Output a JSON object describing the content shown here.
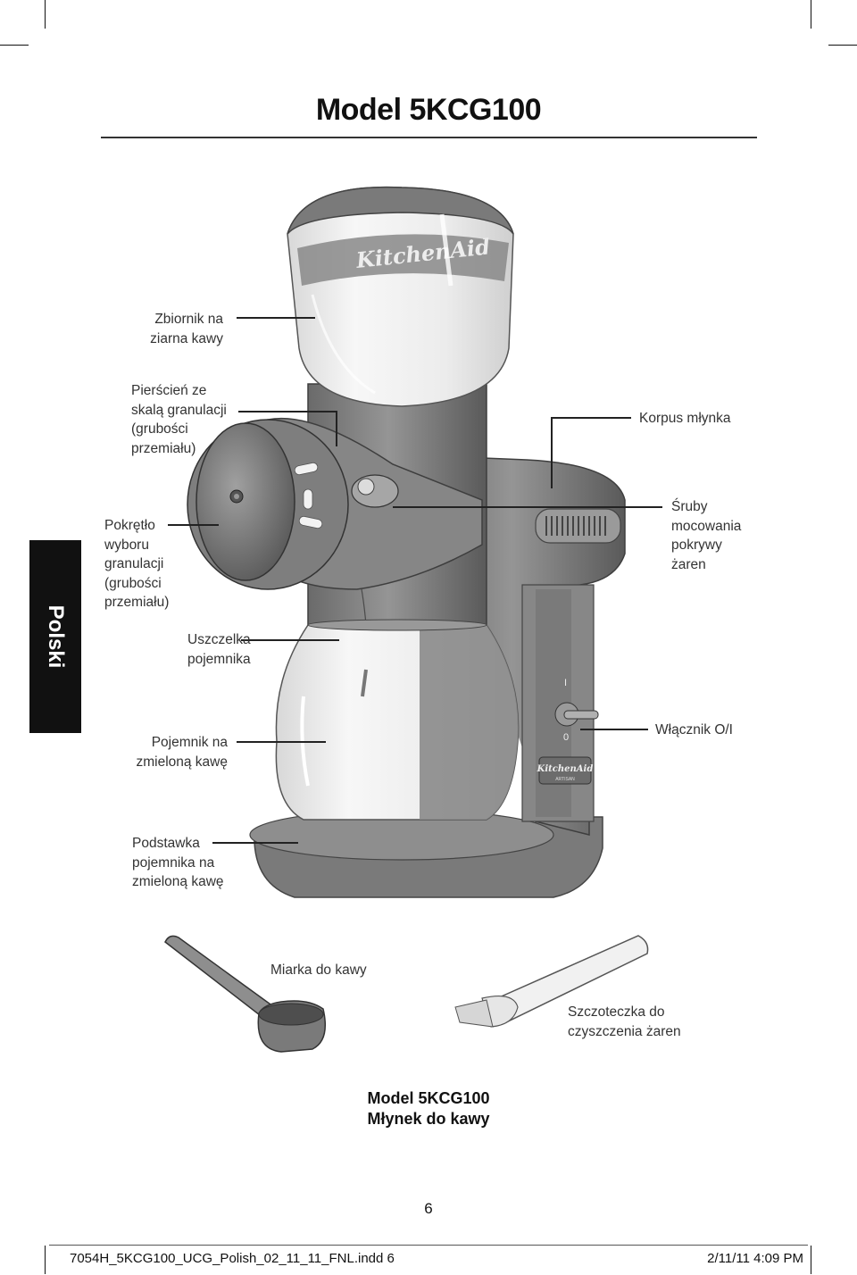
{
  "page": {
    "title": "Model 5KCG100",
    "side_tab": "Polski",
    "page_number": "6",
    "footer_title": [
      "Model 5KCG100",
      "Młynek do kawy"
    ]
  },
  "product": {
    "logo_text": "KitchenAid",
    "plate_text": "KitchenAid",
    "plate_subtext": "ARTISAN",
    "switch_on": "I",
    "switch_off": "0"
  },
  "labels": {
    "bean_hopper": [
      "Zbiornik na",
      "ziarna kawy"
    ],
    "grind_ring": [
      "Pierścień ze",
      "skalą granulacji",
      "(grubości",
      "przemiału)"
    ],
    "grind_knob": [
      "Pokrętło",
      "wyboru",
      "granulacji",
      "(grubości",
      "przemiału)"
    ],
    "jar_gasket": [
      "Uszczelka",
      "pojemnika"
    ],
    "grounds_jar": [
      "Pojemnik na",
      "zmieloną kawę"
    ],
    "jar_base": [
      "Podstawka",
      "pojemnika na",
      "zmieloną kawę"
    ],
    "motor_housing": [
      "Korpus młynka"
    ],
    "burr_screws": [
      "Śruby",
      "mocowania",
      "pokrywy",
      "żaren"
    ],
    "switch": [
      "Włącznik O/I"
    ],
    "scoop": [
      "Miarka do kawy"
    ],
    "brush": [
      "Szczoteczka do",
      "czyszczenia żaren"
    ]
  },
  "slug": {
    "file": "7054H_5KCG100_UCG_Polish_02_11_11_FNL.indd   6",
    "date": "2/11/11   4:09 PM"
  },
  "colors": {
    "body": "#8a8a8a",
    "body_dark": "#5e5e5e",
    "glass": "#e9e9e9",
    "tab": "#111111"
  }
}
